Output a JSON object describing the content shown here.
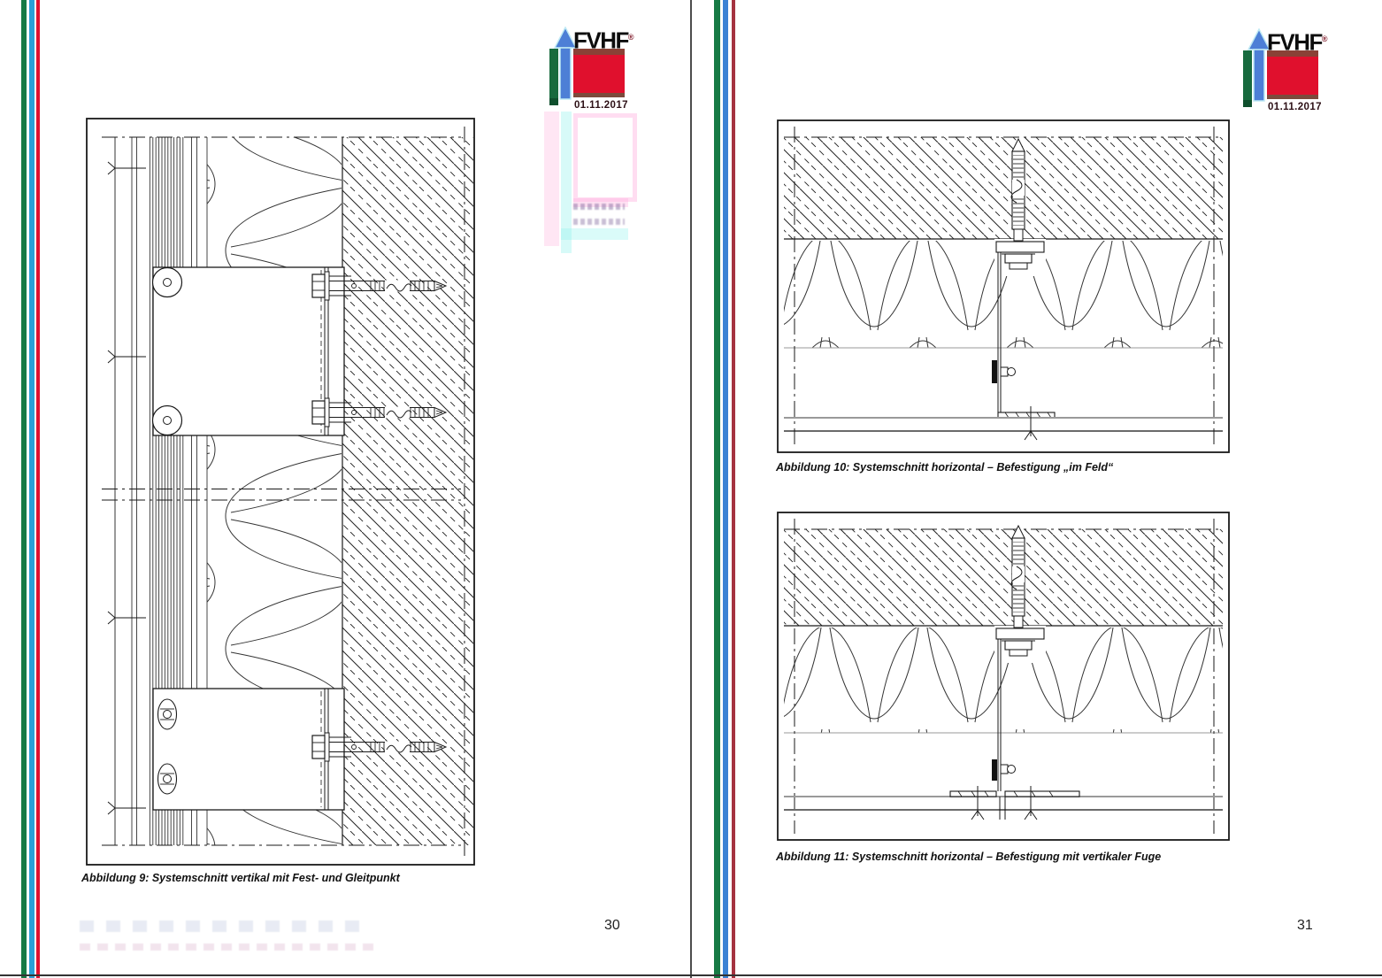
{
  "pages": {
    "left": {
      "logo": {
        "wordmark": "FVHF",
        "registered_mark": "®",
        "date": "01.11.2017"
      },
      "figure": {
        "caption": "Abbildung 9: Systemschnitt vertikal mit Fest- und Gleitpunkt"
      },
      "page_number": "30"
    },
    "right": {
      "logo": {
        "wordmark": "FVHF",
        "registered_mark": "®",
        "date": "01.11.2017"
      },
      "figures": [
        {
          "caption": "Abbildung 10: Systemschnitt horizontal – Befestigung „im Feld“"
        },
        {
          "caption": "Abbildung 11: Systemschnitt horizontal – Befestigung mit vertikaler Fuge"
        }
      ],
      "page_number": "31"
    }
  },
  "colors": {
    "stripe_green": "#177a45",
    "stripe_blue": "#2a9fd8",
    "stripe_red": "#e01030",
    "stripe_red_right": "#a53340",
    "logo_red": "#e0102d",
    "logo_green": "#176a3e",
    "logo_blue": "#4d7fd6",
    "drawing_line": "#1a1a1a"
  }
}
